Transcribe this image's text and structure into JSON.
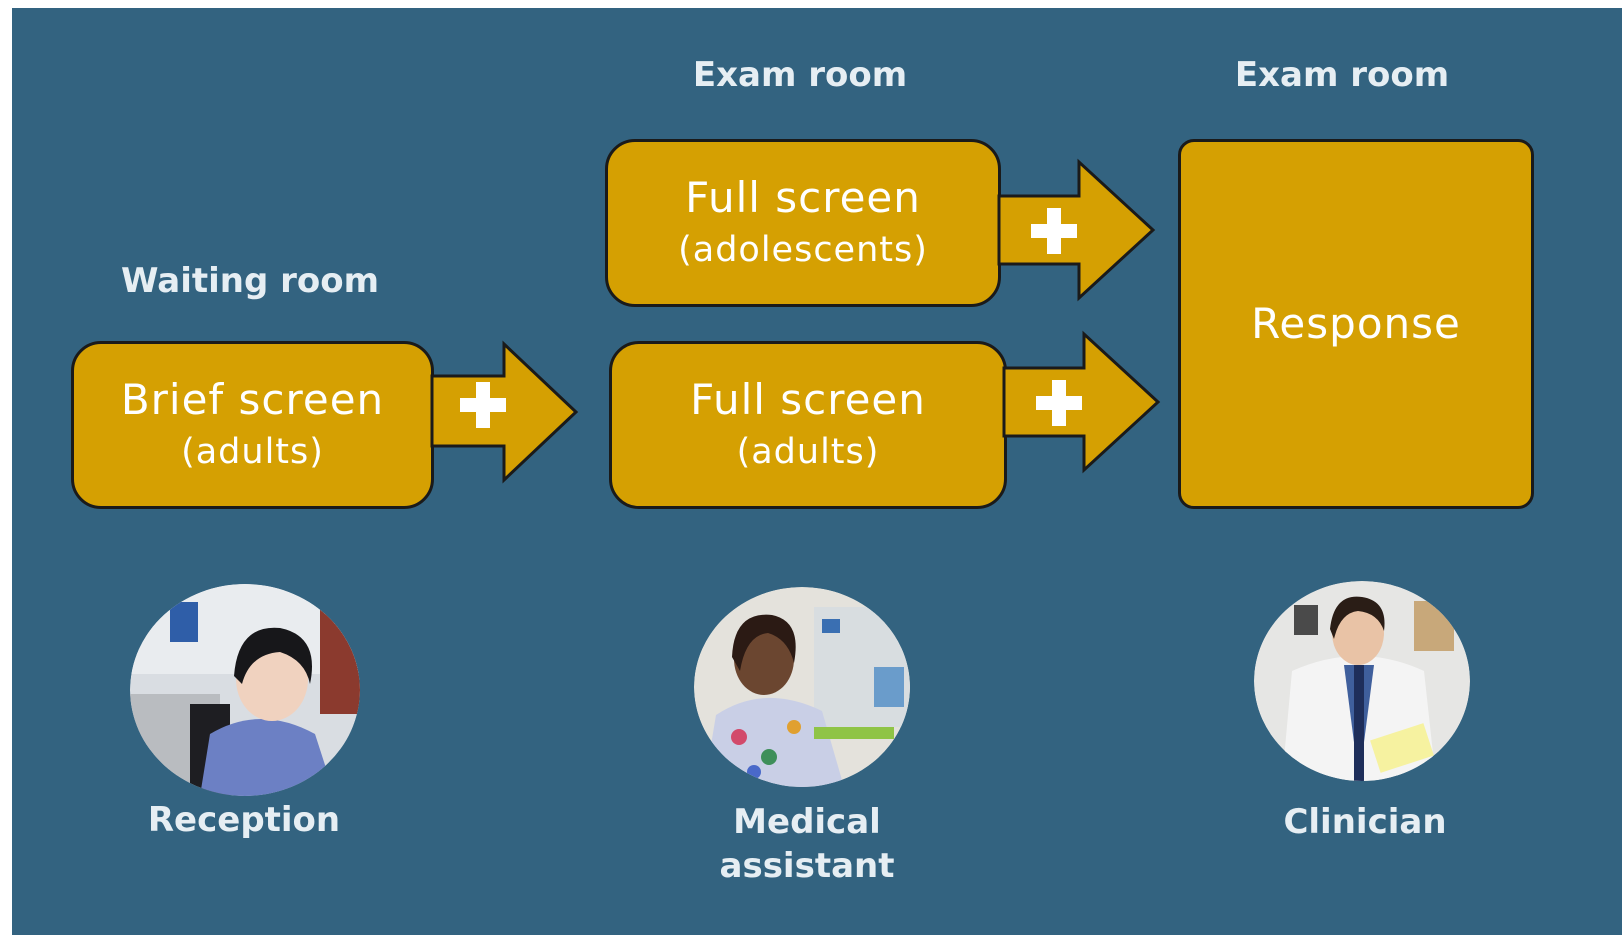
{
  "columns": [
    {
      "heading": "Waiting room",
      "box": {
        "title": "Brief screen",
        "subtitle": "(adults)"
      },
      "role": "Reception"
    },
    {
      "heading": "Exam room",
      "boxes": [
        {
          "title": "Full screen",
          "subtitle": "(adolescents)"
        },
        {
          "title": "Full screen",
          "subtitle": "(adults)"
        }
      ],
      "role_line1": "Medical",
      "role_line2": "assistant"
    },
    {
      "heading": "Exam room",
      "box": {
        "title": "Response"
      },
      "role": "Clinician"
    }
  ],
  "icons": [
    "plus-icon",
    "arrow-right"
  ],
  "colors": {
    "background": "#336380",
    "box_fill": "#d5a002",
    "box_border": "#1a1a1a",
    "text_light": "#ffffff",
    "heading_text": "#e6eef3"
  }
}
